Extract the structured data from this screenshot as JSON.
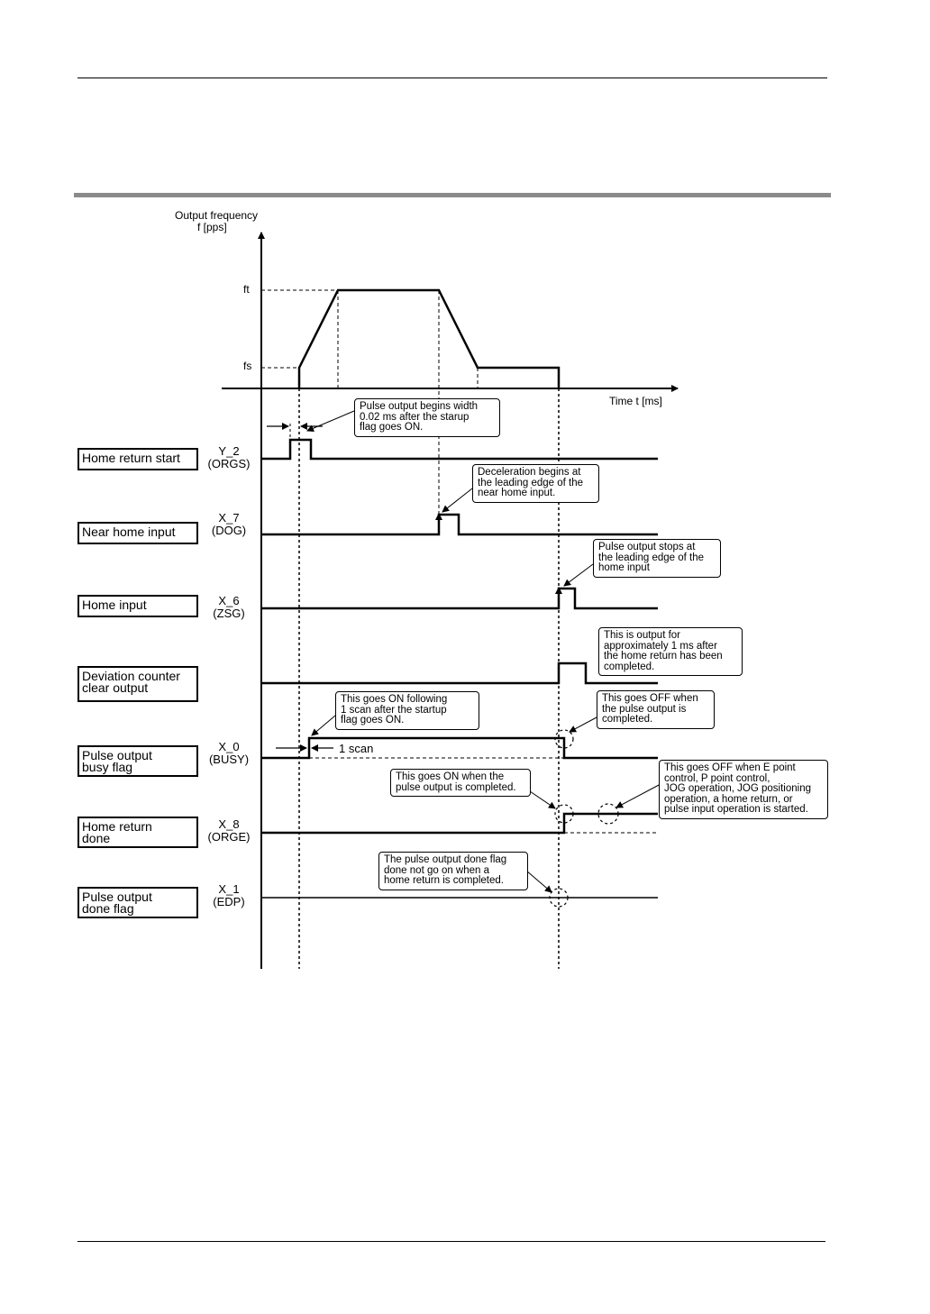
{
  "axis": {
    "y_title": [
      "Output frequency",
      "f [pps]"
    ],
    "x_title": "Time t [ms]",
    "ft": "ft",
    "fs": "fs"
  },
  "signals": [
    {
      "name": "Home return start",
      "lines": [
        "Home return start"
      ],
      "code": "Y_2",
      "symbol": "(ORGS)"
    },
    {
      "name": "Near home input",
      "lines": [
        "Near home input"
      ],
      "code": "X_7",
      "symbol": "(DOG)"
    },
    {
      "name": "Home input",
      "lines": [
        "Home input"
      ],
      "code": "X_6",
      "symbol": "(ZSG)"
    },
    {
      "name": "Deviation counter clear output",
      "lines": [
        "Deviation counter",
        "clear output"
      ],
      "code": "",
      "symbol": ""
    },
    {
      "name": "Pulse output busy flag",
      "lines": [
        "Pulse output",
        "busy flag"
      ],
      "code": "X_0",
      "symbol": "(BUSY)"
    },
    {
      "name": "Home return done",
      "lines": [
        "Home return",
        "done"
      ],
      "code": "X_8",
      "symbol": "(ORGE)"
    },
    {
      "name": "Pulse output done flag",
      "lines": [
        "Pulse output",
        "done flag"
      ],
      "code": "X_1",
      "symbol": "(EDP)"
    }
  ],
  "scan_label": "1 scan",
  "notes": {
    "startup": [
      "Pulse output begins width",
      "0.02 ms after the starup",
      "flag goes ON."
    ],
    "decel": [
      "Deceleration begins at",
      "the leading edge of the",
      "near home input."
    ],
    "stop": [
      "Pulse output stops at",
      "the leading edge of the",
      "home input"
    ],
    "deviation": [
      "This is output for",
      "approximately 1 ms after",
      "the home return has been",
      "completed."
    ],
    "busy_on": [
      "This goes ON following",
      "1 scan after the startup",
      "flag goes ON."
    ],
    "busy_off": [
      "This goes OFF when",
      "the pulse output is",
      "completed."
    ],
    "done_on": [
      "This goes ON when the",
      "pulse output is completed."
    ],
    "done_off": [
      "This goes OFF when E point",
      "control, P point control,",
      "JOG operation, JOG positioning",
      "operation, a home return, or",
      "pulse input operation is started."
    ],
    "edp": [
      "The pulse output done flag",
      "done not go on when a",
      "home return is completed."
    ]
  }
}
